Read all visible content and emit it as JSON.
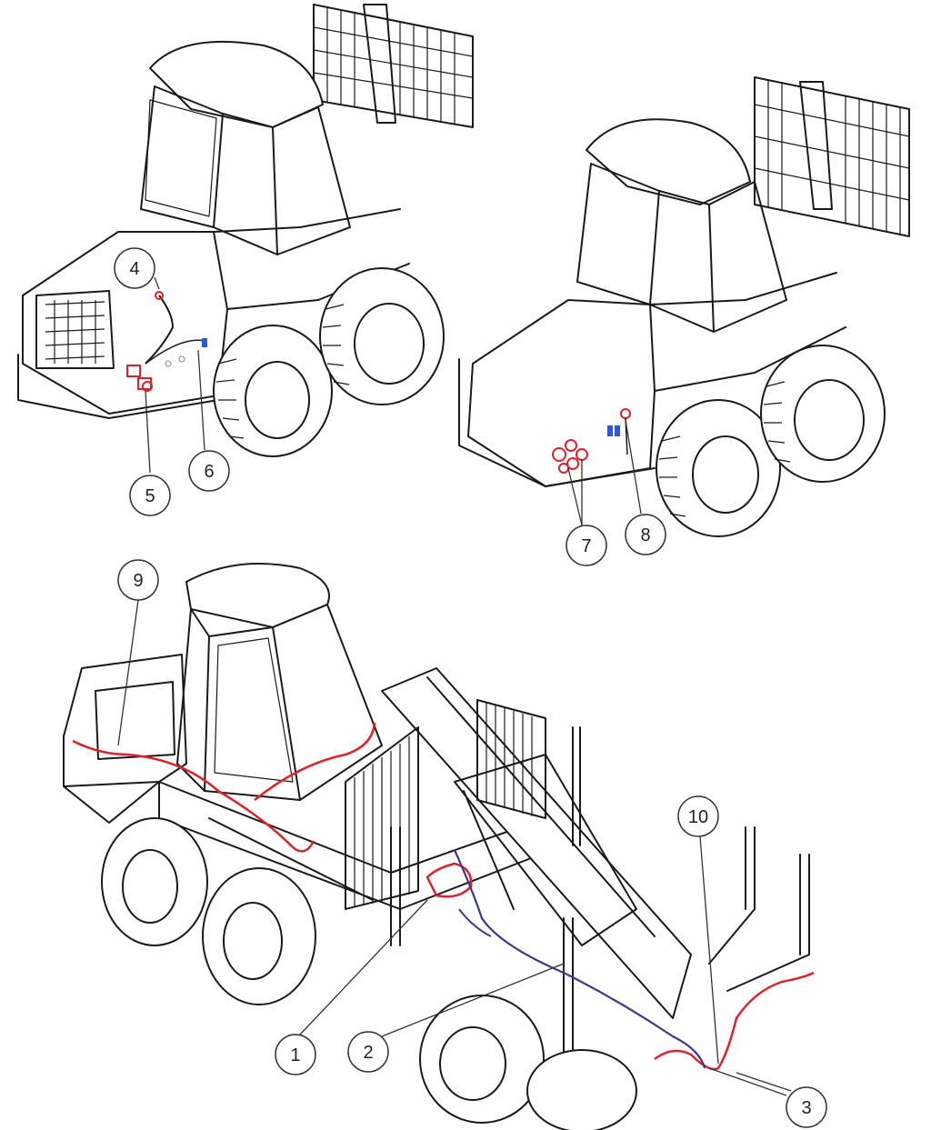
{
  "colors": {
    "line": "#1a1a1a",
    "hose_red": "#e0202a",
    "hose_blue": "#3a3a8a",
    "accent_blue": "#2a5bd7"
  },
  "callouts": [
    {
      "id": "c1",
      "label": "1"
    },
    {
      "id": "c2",
      "label": "2"
    },
    {
      "id": "c3",
      "label": "3"
    },
    {
      "id": "c4",
      "label": "4"
    },
    {
      "id": "c5",
      "label": "5"
    },
    {
      "id": "c6",
      "label": "6"
    },
    {
      "id": "c7",
      "label": "7"
    },
    {
      "id": "c8",
      "label": "8"
    },
    {
      "id": "c9",
      "label": "9"
    },
    {
      "id": "c10",
      "label": "10"
    }
  ]
}
